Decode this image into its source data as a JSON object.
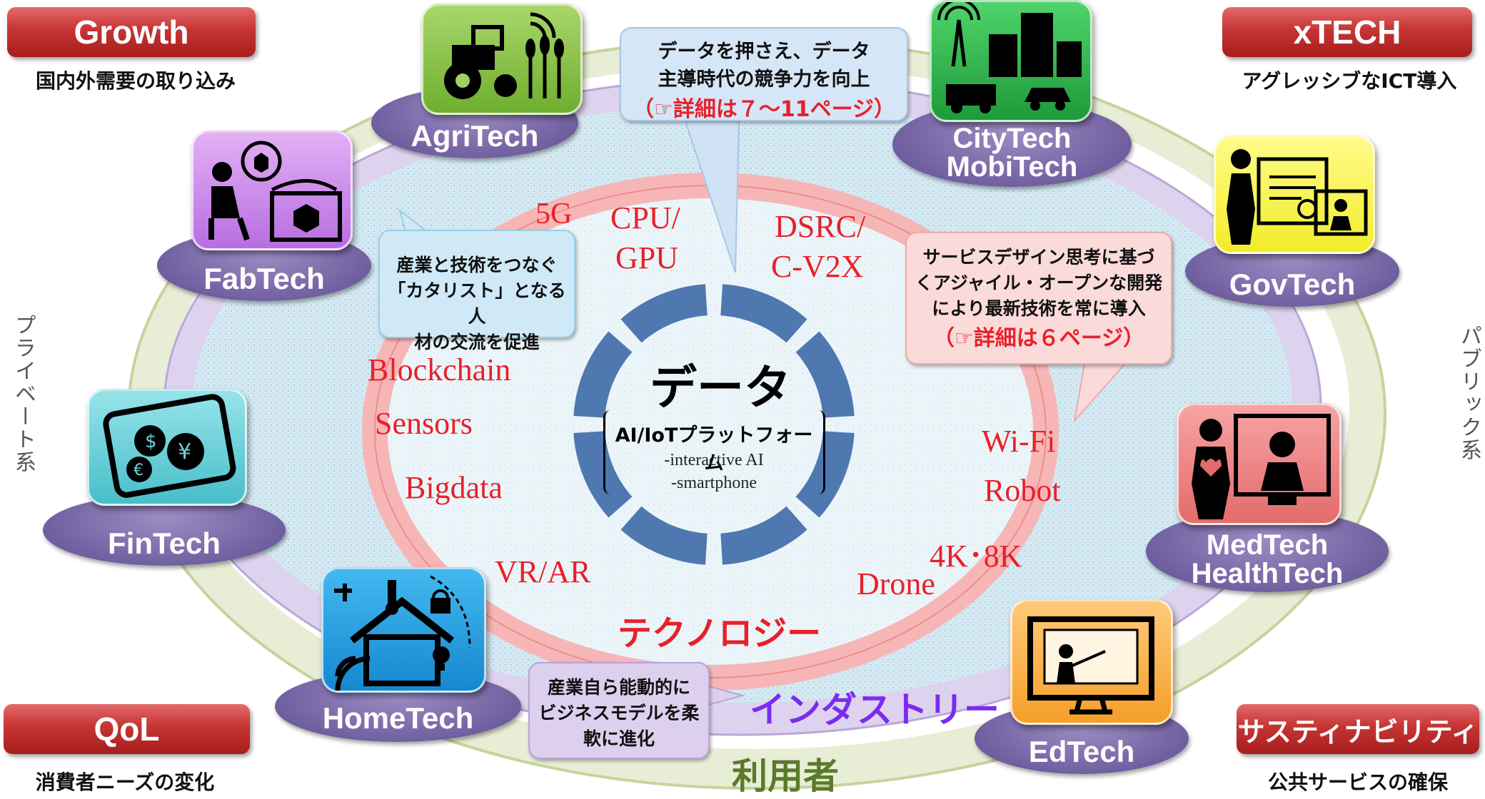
{
  "corners": {
    "growth": {
      "label": "Growth",
      "sub": "国内外需要の取り込み"
    },
    "xtech": {
      "label": "xTECH",
      "sub": "アグレッシブなICT導入"
    },
    "qol": {
      "label": "QoL",
      "sub": "消費者ニーズの変化"
    },
    "sustainability": {
      "label": "サスティナビリティ",
      "sub": "公共サービスの確保"
    }
  },
  "side_labels": {
    "left": "プライベート系",
    "right": "パブリック系"
  },
  "rings": {
    "user": "利用者",
    "industry": "インダストリー",
    "technology": "テクノロジー"
  },
  "center": {
    "title": "データ",
    "platform": "AI/IoTプラットフォーム",
    "items": [
      "-interactive AI",
      "-smartphone"
    ]
  },
  "technologies": [
    "5G",
    "CPU/",
    "GPU",
    "DSRC/",
    "C-V2X",
    "Blockchain",
    "Sensors",
    "Bigdata",
    "VR/AR",
    "Wi-Fi",
    "Robot",
    "4K･8K",
    "Drone"
  ],
  "sectors": {
    "agritech": "AgriTech",
    "citytech": [
      "CityTech",
      "MobiTech"
    ],
    "fabtech": "FabTech",
    "govtech": "GovTech",
    "fintech": "FinTech",
    "medtech": [
      "MedTech",
      "HealthTech"
    ],
    "hometech": "HomeTech",
    "edtech": "EdTech"
  },
  "bubbles": {
    "top": {
      "line1": "データを押さえ、データ",
      "line2": "主導時代の競争力を向上",
      "line3": "（☞詳細は７～11ページ）"
    },
    "left": {
      "line1": "産業と技術をつなぐ",
      "line2": "「カタリスト」となる人",
      "line3": "材の交流を促進"
    },
    "right": {
      "line1": "サービスデザイン思考に基づ",
      "line2": "くアジャイル・オープンな開発",
      "line3": "により最新技術を常に導入",
      "line4": "（☞詳細は６ページ）"
    },
    "bottom": {
      "line1": "産業自ら能動的に",
      "line2": "ビジネスモデルを柔",
      "line3": "軟に進化"
    }
  },
  "colors": {
    "corner_red": "#c63434",
    "sector_purple": "#7a69a8",
    "tech_red": "#e8202a",
    "industry_purple": "#7b2cf0",
    "user_green": "#5a7a2a",
    "ring_blue": "#4f78b0"
  }
}
